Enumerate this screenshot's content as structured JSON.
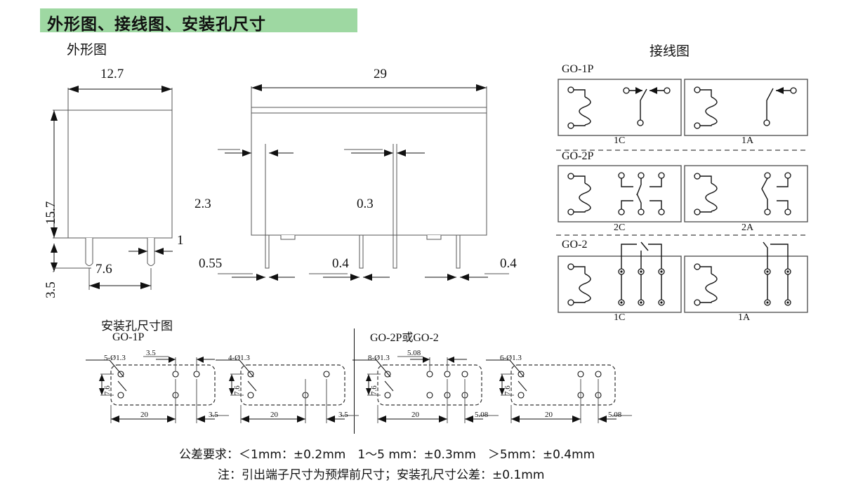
{
  "title": "外形图、接线图、安装孔尺寸",
  "accent_color": "#9ed8a2",
  "sections": {
    "outline_heading": "外形图",
    "wiring_heading": "接线图",
    "mounting_heading": "安装孔尺寸图"
  },
  "front_view": {
    "width_dim": "12.7",
    "height_dim": "15.7",
    "pin_pitch_dim": "7.6",
    "pin_width_dim": "1",
    "pin_length_dim": "3.5"
  },
  "side_view": {
    "length_dim": "29",
    "edge_offset_dim": "2.3",
    "pin_thickness_dim": "0.3",
    "pin_width_left_dim": "0.55",
    "pin_width_mid_dim": "0.4",
    "pin_width_right_dim": "0.4"
  },
  "wiring": {
    "groups": [
      {
        "name": "GO-1P",
        "diagrams": [
          {
            "caption": "1C",
            "type": "changeover-1"
          },
          {
            "caption": "1A",
            "type": "normally-open-1"
          }
        ]
      },
      {
        "name": "GO-2P",
        "diagrams": [
          {
            "caption": "2C",
            "type": "changeover-2"
          },
          {
            "caption": "2A",
            "type": "normally-open-2"
          }
        ]
      },
      {
        "name": "GO-2",
        "diagrams": [
          {
            "caption": "1C",
            "type": "changeover-high-current"
          },
          {
            "caption": "1A",
            "type": "normally-open-high-current"
          }
        ]
      }
    ]
  },
  "mounting": {
    "group_left_label": "GO-1P",
    "group_right_label": "GO-2P或GO-2",
    "plates": [
      {
        "hole_callout": "5-Ø1.3",
        "pitch_top_dim": "3.5",
        "row_dim": "7.6",
        "span_dim": "20",
        "end_dim": "3.5",
        "hole_count": 5
      },
      {
        "hole_callout": "4-Ø1.3",
        "pitch_top_dim": "",
        "row_dim": "7.6",
        "span_dim": "20",
        "end_dim": "3.5",
        "hole_count": 4
      },
      {
        "hole_callout": "8-Ø1.3",
        "pitch_top_dim": "5.08",
        "row_dim": "7.6",
        "span_dim": "20",
        "end_dim": "5.08",
        "hole_count": 8
      },
      {
        "hole_callout": "6-Ø1.3",
        "pitch_top_dim": "",
        "row_dim": "7.6",
        "span_dim": "20",
        "end_dim": "5.08",
        "hole_count": 6
      }
    ]
  },
  "notes": {
    "tolerance": "公差要求：＜1mm：±0.2mm　1～5 mm：±0.3mm　＞5mm：±0.4mm",
    "remark": "注：引出端子尺寸为预焊前尺寸；安装孔尺寸公差：±0.1mm"
  }
}
